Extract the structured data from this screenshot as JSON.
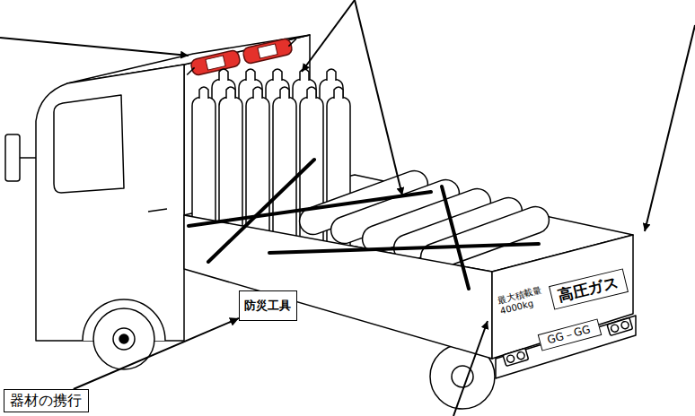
{
  "diagram": {
    "nodes": [
      {
        "text": [
          "高圧ガス"
        ]
      },
      {
        "text": [
          "防災工具"
        ]
      },
      {
        "text": [
          "GG－GG"
        ]
      },
      {
        "text": [
          "器材の携行"
        ]
      }
    ],
    "edges": [
      {
        "from": 3,
        "to": 1,
        "arrow": "to"
      }
    ],
    "labels": [
      "最大積載量 4000kg"
    ]
  }
}
